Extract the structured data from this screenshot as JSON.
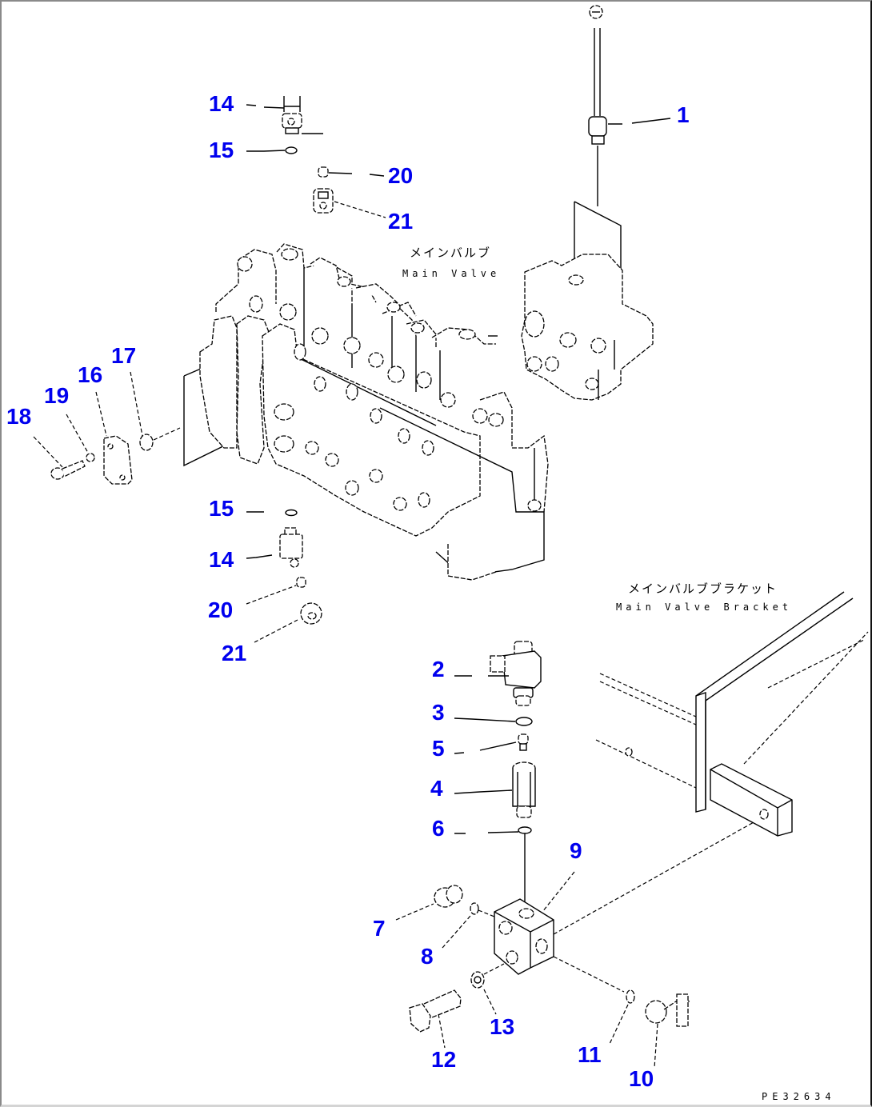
{
  "drawing": {
    "type": "exploded parts diagram",
    "drawing_number": "PE32634",
    "label_color": "#0000EE",
    "line_color": "#000000"
  },
  "captions": {
    "main_valve": {
      "jp": "メインバルブ",
      "en": "Main Valve"
    },
    "main_valve_bracket": {
      "jp": "メインバルブブラケット",
      "en": "Main Valve Bracket"
    }
  },
  "callouts": [
    {
      "id": "c1",
      "label": "1"
    },
    {
      "id": "c14a",
      "label": "14"
    },
    {
      "id": "c15a",
      "label": "15"
    },
    {
      "id": "c20a",
      "label": "20"
    },
    {
      "id": "c21a",
      "label": "21"
    },
    {
      "id": "c17",
      "label": "17"
    },
    {
      "id": "c16",
      "label": "16"
    },
    {
      "id": "c19",
      "label": "19"
    },
    {
      "id": "c18",
      "label": "18"
    },
    {
      "id": "c15b",
      "label": "15"
    },
    {
      "id": "c14b",
      "label": "14"
    },
    {
      "id": "c20b",
      "label": "20"
    },
    {
      "id": "c21b",
      "label": "21"
    },
    {
      "id": "c2",
      "label": "2"
    },
    {
      "id": "c3",
      "label": "3"
    },
    {
      "id": "c5",
      "label": "5"
    },
    {
      "id": "c4",
      "label": "4"
    },
    {
      "id": "c6",
      "label": "6"
    },
    {
      "id": "c9",
      "label": "9"
    },
    {
      "id": "c7",
      "label": "7"
    },
    {
      "id": "c8",
      "label": "8"
    },
    {
      "id": "c13",
      "label": "13"
    },
    {
      "id": "c12",
      "label": "12"
    },
    {
      "id": "c11",
      "label": "11"
    },
    {
      "id": "c10",
      "label": "10"
    }
  ]
}
